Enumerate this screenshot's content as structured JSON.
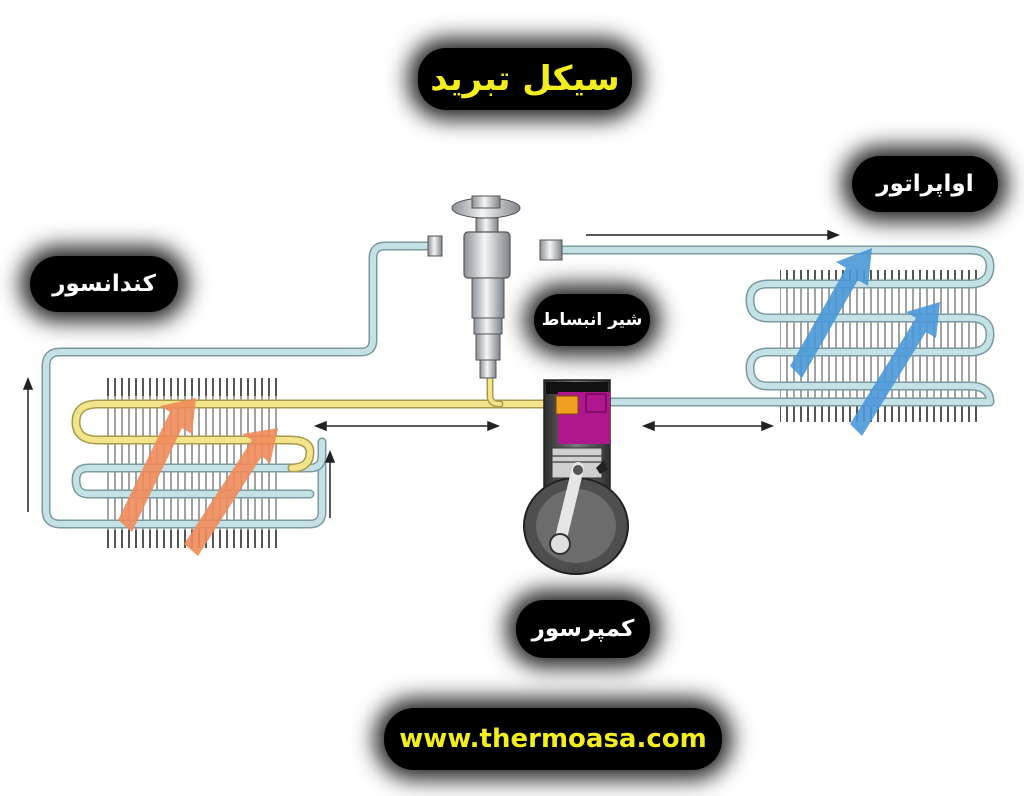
{
  "title": "سیکل تبرید",
  "labels": {
    "evaporator": "اواپراتور",
    "condenser": "کندانسور",
    "expansion_valve": "شیر انبساط",
    "compressor": "کمپرسور"
  },
  "website": "www.thermoasa.com",
  "colors": {
    "high_pressure_gas": "#f2e48a",
    "low_pressure_line": "#c4e2e6",
    "pipe_outline": "#7a9aa0",
    "heat_out_arrow": "#f08a5a",
    "heat_in_arrow": "#4a98d8",
    "compressor_head": "#b0168e",
    "compressor_valve": "#f0a020",
    "label_background": "#000000",
    "title_text": "#f2ee1e"
  }
}
